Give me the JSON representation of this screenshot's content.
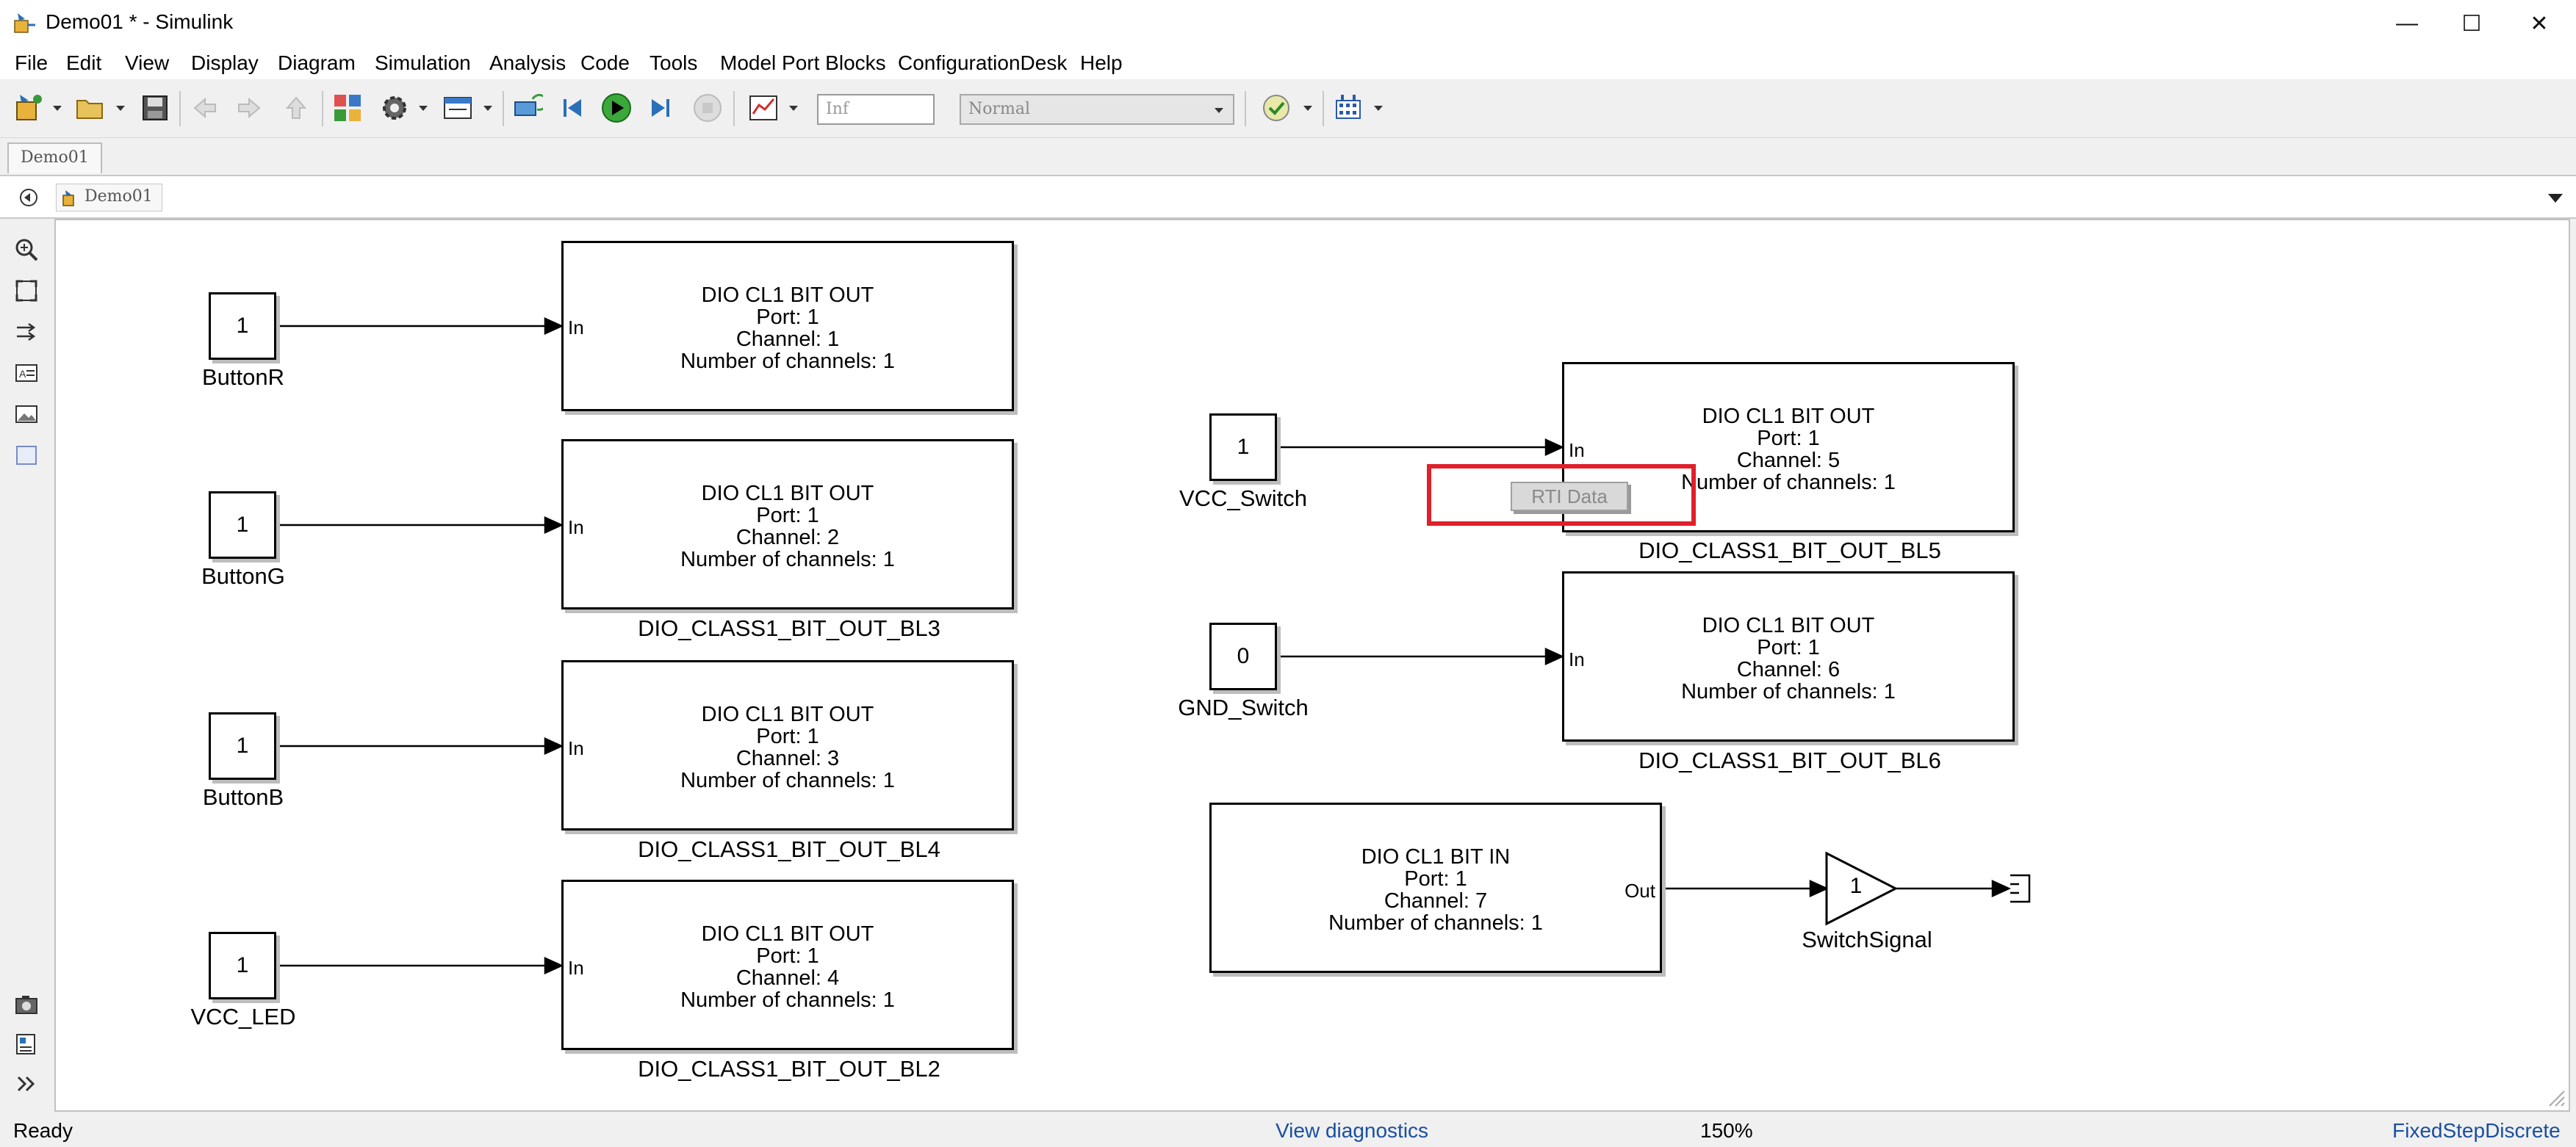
{
  "window": {
    "title": "Demo01 * - Simulink",
    "controls": {
      "minimize": "—",
      "maximize": "☐",
      "close": "✕"
    }
  },
  "menu": [
    "File",
    "Edit",
    "View",
    "Display",
    "Diagram",
    "Simulation",
    "Analysis",
    "Code",
    "Tools",
    "Model Port Blocks",
    "ConfigurationDesk",
    "Help"
  ],
  "toolbar": {
    "stop_time": "Inf",
    "sim_mode": "Normal"
  },
  "tab": {
    "label": "Demo01"
  },
  "address": {
    "path": "Demo01"
  },
  "canvas": {
    "blocks": {
      "bl1": {
        "title": "DIO CL1 BIT OUT",
        "port": "Port: 1",
        "channel": "Channel: 1",
        "nch": "Number of channels: 1",
        "in_label": "In",
        "name": ""
      },
      "bl3": {
        "title": "DIO CL1 BIT OUT",
        "port": "Port: 1",
        "channel": "Channel: 2",
        "nch": "Number of channels: 1",
        "in_label": "In",
        "name": "DIO_CLASS1_BIT_OUT_BL3"
      },
      "bl4": {
        "title": "DIO CL1 BIT OUT",
        "port": "Port: 1",
        "channel": "Channel: 3",
        "nch": "Number of channels: 1",
        "in_label": "In",
        "name": "DIO_CLASS1_BIT_OUT_BL4"
      },
      "bl2": {
        "title": "DIO CL1 BIT OUT",
        "port": "Port: 1",
        "channel": "Channel: 4",
        "nch": "Number of channels: 1",
        "in_label": "In",
        "name": "DIO_CLASS1_BIT_OUT_BL2"
      },
      "bl5": {
        "title": "DIO CL1 BIT OUT",
        "port": "Port: 1",
        "channel": "Channel: 5",
        "nch": "Number of channels: 1",
        "in_label": "In",
        "name": "DIO_CLASS1_BIT_OUT_BL5"
      },
      "bl6": {
        "title": "DIO CL1 BIT OUT",
        "port": "Port: 1",
        "channel": "Channel: 6",
        "nch": "Number of channels: 1",
        "in_label": "In",
        "name": "DIO_CLASS1_BIT_OUT_BL6"
      },
      "blin": {
        "title": "DIO CL1 BIT IN",
        "port": "Port: 1",
        "channel": "Channel: 7",
        "nch": "Number of channels: 1",
        "out_label": "Out"
      }
    },
    "constants": {
      "buttonR": {
        "value": "1",
        "name": "ButtonR"
      },
      "buttonG": {
        "value": "1",
        "name": "ButtonG"
      },
      "buttonB": {
        "value": "1",
        "name": "ButtonB"
      },
      "vccLed": {
        "value": "1",
        "name": "VCC_LED"
      },
      "vccSwitch": {
        "value": "1",
        "name": "VCC_Switch"
      },
      "gndSwitch": {
        "value": "0",
        "name": "GND_Switch"
      }
    },
    "gain": {
      "value": "1",
      "name": "SwitchSignal"
    },
    "rti": {
      "label": "RTI Data"
    }
  },
  "status": {
    "ready": "Ready",
    "diagnostics": "View diagnostics",
    "zoom": "150%",
    "solver": "FixedStepDiscrete"
  },
  "colors": {
    "highlight": "#e0202a",
    "link": "#1a4fa0"
  }
}
